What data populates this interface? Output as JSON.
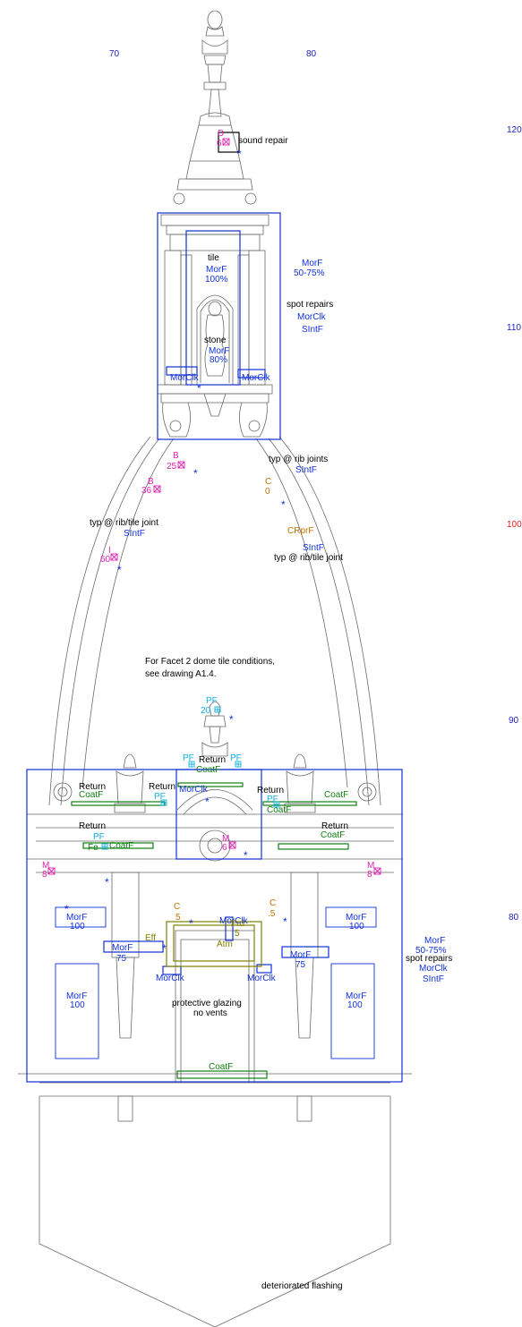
{
  "colors": {
    "line": "#555555",
    "blue": "#1030d8",
    "magenta": "#e020b0",
    "cyan": "#10b0e0",
    "green": "#108010",
    "olive": "#808000",
    "orange": "#c07000",
    "black": "#000000",
    "red": "#e02020",
    "grid": "#2020c0"
  },
  "grid": {
    "x70": "70",
    "x80": "80",
    "y120": "120",
    "y110": "110",
    "y100": "100",
    "y90": "90",
    "y80": "80"
  },
  "notes": {
    "sound_repair": "sound repair",
    "tile": "tile",
    "tile_morf": "MorF",
    "tile_pct": "100%",
    "right_morf": "MorF",
    "right_pct": "50-75%",
    "spot_repairs": "spot repairs",
    "morclk": "MorClk",
    "sintf": "SIntF",
    "stone": "stone",
    "stone_morf": "MorF",
    "stone_pct": "80%",
    "lantern_morclk_left": "MorClk",
    "lantern_morclk_right": "MorClk",
    "typ_rib_joints": "typ @ rib joints",
    "typ_rib_joints_sintf": "SIntF",
    "typ_rib_tile_left": "typ @ rib/tile joint",
    "typ_rib_tile_left_sintf": "SIntF",
    "crprf": "CRprF",
    "typ_rib_tile_right_sintf": "SIntF",
    "typ_rib_tile_right": "typ @ rib/tile joint",
    "facet_note_1": "For Facet 2 dome tile conditions,",
    "facet_note_2": "see drawing A1.4.",
    "pf_top": "PF",
    "pf_top_val": "20",
    "return_1": "Return",
    "return_2": "Return",
    "return_3": "Return",
    "return_4": "Return",
    "return_5": "Return",
    "return_6": "Return",
    "coatf_1": "CoatF",
    "coatf_2": "CoatF",
    "coatf_3": "CoatF",
    "coatf_4": "CoatF",
    "coatf_5": "CoatF",
    "coatf_6": "CoatF",
    "coatf_bottom": "CoatF",
    "pf_1": "PF",
    "pf_2": "PF",
    "pf_3": "PF",
    "pf_4": "PF",
    "pf_5": "PF",
    "fe": "Fe",
    "pediment_morclk": "MorClk",
    "morf_100_a": "MorF",
    "morf_100_a_val": "100",
    "morf_100_b": "MorF",
    "morf_100_b_val": "100",
    "morf_75_a": "MorF",
    "morf_75_a_val": "75",
    "morf_75_b": "MorF",
    "morf_75_b_val": "75",
    "morf_100_c": "MorF",
    "morf_100_c_val": "100",
    "morf_100_d": "MorF",
    "morf_100_d_val": "100",
    "morclk_c": "MorClk",
    "morclk_d": "MorClk",
    "morclk_e": "MorClk",
    "eff": "Eff",
    "atm": "Atm",
    "frd": "Frd",
    "frd_val": "5",
    "c_left": "C",
    "c_left_val": "5",
    "c_right": "C",
    "c_right_val": ".5",
    "c_rib": "C",
    "c_rib_val": "0",
    "glazing_1": "protective glazing",
    "glazing_2": "no vents",
    "lower_morf": "MorF",
    "lower_pct": "50-75%",
    "lower_spot_repairs": "spot repairs",
    "lower_morclk": "MorClk",
    "lower_sintf": "SIntF",
    "flashing": "deteriorated flashing"
  },
  "tags": {
    "sound_D": "D",
    "sound_val": "6",
    "rib_B1": "B",
    "rib_B1_val": "25",
    "rib_B2": "B",
    "rib_B2_val": "36",
    "rib_I": "I",
    "rib_I_val": "60",
    "ped_M": "M",
    "ped_M_val": "6",
    "left_M": "M",
    "left_M_val": "8",
    "right_M": "M",
    "right_M_val": "8"
  }
}
